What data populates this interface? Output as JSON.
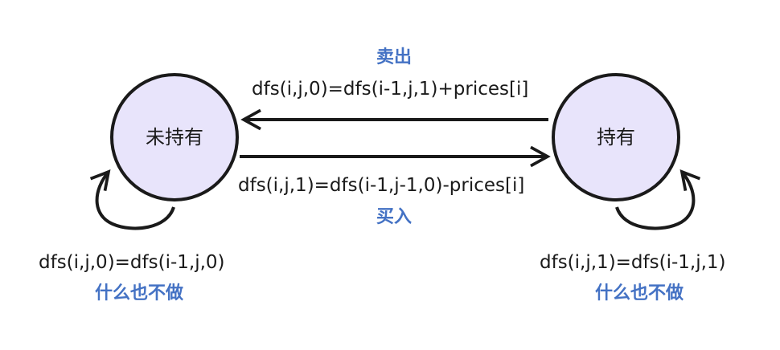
{
  "nodes": {
    "not_holding": {
      "label": "未持有"
    },
    "holding": {
      "label": "持有"
    }
  },
  "edges": {
    "sell": {
      "action": "卖出",
      "formula": "dfs(i,j,0)=dfs(i-1,j,1)+prices[i]"
    },
    "buy": {
      "action": "买入",
      "formula": "dfs(i,j,1)=dfs(i-1,j-1,0)-prices[i]"
    },
    "stay_not_holding": {
      "action": "什么也不做",
      "formula": "dfs(i,j,0)=dfs(i-1,j,0)"
    },
    "stay_holding": {
      "action": "什么也不做",
      "formula": "dfs(i,j,1)=dfs(i-1,j,1)"
    }
  },
  "colors": {
    "node_fill": "#e8e4fb",
    "stroke": "#1a1a1a",
    "action_text": "#4472c4"
  }
}
